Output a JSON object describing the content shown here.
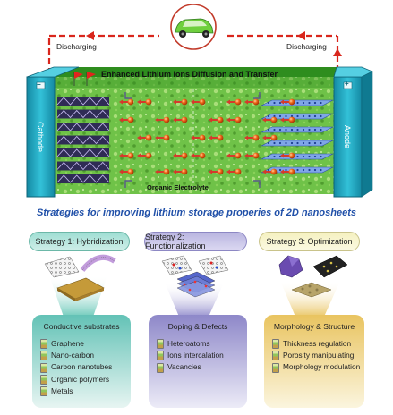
{
  "diagram": {
    "discharging_left": "Discharging",
    "discharging_right": "Discharging",
    "enhanced_label": "Enhanced Lithium Ions Diffusion and Transfer",
    "cathode_label": "Cathode",
    "anode_label": "Anode",
    "electrolyte_label": "Organic Electrolyte",
    "minus_sign": "−",
    "plus_sign": "+",
    "colors": {
      "arrow_red": "#d9261c",
      "electrode_teal": "#1aa5bf",
      "electrolyte_green": "#6fc248",
      "title_blue": "#1f4fa8"
    }
  },
  "strategies_title": "Strategies for improving lithium storage properies of 2D nanosheets",
  "strategies": [
    {
      "label": "Strategy 1: Hybridization",
      "heading": "Conductive substrates",
      "items": [
        "Graphene",
        "Nano-carbon",
        "Carbon nanotubes",
        "Organic polymers",
        "Metals"
      ]
    },
    {
      "label": "Strategy 2: Functionalization",
      "heading": "Doping & Defects",
      "items": [
        "Heteroatoms",
        "Ions intercalation",
        "Vacancies"
      ]
    },
    {
      "label": "Strategy 3: Optimization",
      "heading": "Morphology & Structure",
      "items": [
        "Thickness regulation",
        "Porosity manipulating",
        "Morphology modulation"
      ]
    }
  ]
}
